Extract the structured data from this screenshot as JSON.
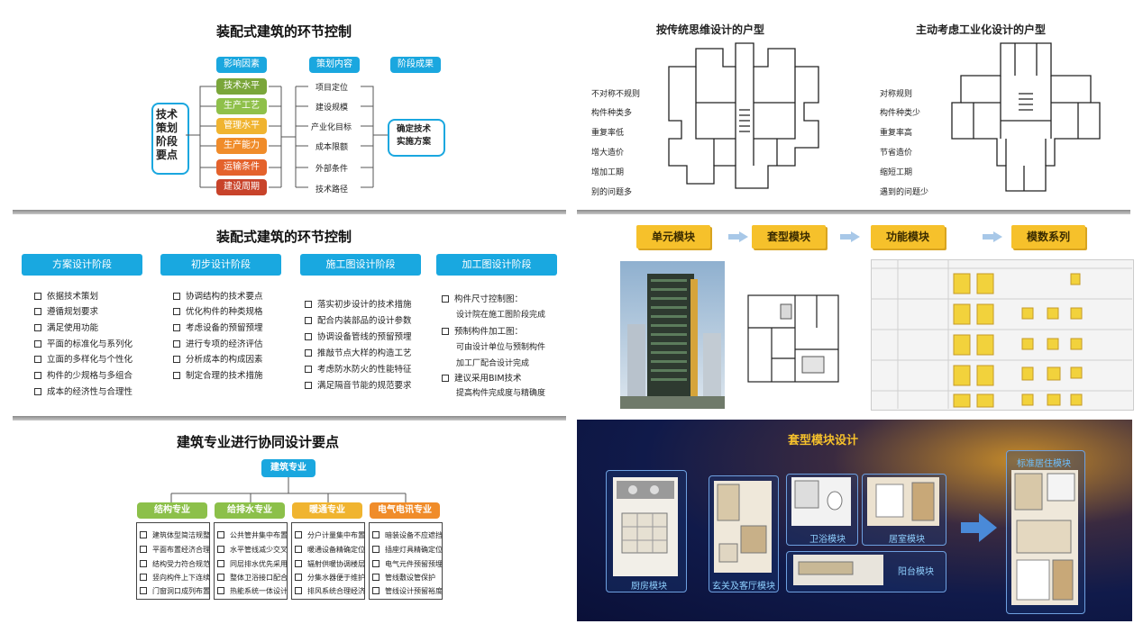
{
  "panel1": {
    "title": "装配式建筑的环节控制",
    "col_headers": [
      "影响因素",
      "策划内容",
      "阶段成果"
    ],
    "left_box": "技术\n策划\n阶段\n要点",
    "factors": [
      {
        "label": "技术水平",
        "color": "#7aa63a"
      },
      {
        "label": "生产工艺",
        "color": "#8fc04a"
      },
      {
        "label": "管理水平",
        "color": "#f0b430"
      },
      {
        "label": "生产能力",
        "color": "#f08c2a"
      },
      {
        "label": "运输条件",
        "color": "#e4622c"
      },
      {
        "label": "建设周期",
        "color": "#c8432a"
      }
    ],
    "contents": [
      "项目定位",
      "建设规模",
      "产业化目标",
      "成本限额",
      "外部条件",
      "技术路径"
    ],
    "result": "确定技术\n实施方案"
  },
  "panel2": {
    "title1": "按传统思维设计的户型",
    "title2": "主动考虑工业化设计的户型",
    "list1": [
      "不对称不规则",
      "构件种类多",
      "重复率低",
      "增大造价",
      "增加工期",
      "别的问题多"
    ],
    "list2": [
      "对称规则",
      "构件种类少",
      "重复率高",
      "节省造价",
      "缩短工期",
      "遇到的问题少"
    ]
  },
  "panel3": {
    "title": "装配式建筑的环节控制",
    "stages": [
      {
        "header": "方案设计阶段",
        "items": [
          "依据技术策划",
          "遵循规划要求",
          "满足使用功能",
          "平面的标准化与系列化",
          "立面的多样化与个性化",
          "构件的少规格与多组合",
          "成本的经济性与合理性"
        ]
      },
      {
        "header": "初步设计阶段",
        "items": [
          "协调结构的技术要点",
          "优化构件的种类规格",
          "考虑设备的预留预埋",
          "进行专项的经济评估",
          "分析成本的构成因素",
          "制定合理的技术措施"
        ]
      },
      {
        "header": "施工图设计阶段",
        "items": [
          "落实初步设计的技术措施",
          "配合内装部品的设计参数",
          "协调设备管线的预留预埋",
          "推敲节点大样的构造工艺",
          "考虑防水防火的性能特征",
          "满足隔音节能的规范要求"
        ]
      },
      {
        "header": "加工图设计阶段",
        "items": [
          "构件尺寸控制图：",
          "设计院在施工图阶段完成",
          "预制构件加工图：",
          "可由设计单位与预制构件",
          "加工厂配合设计完成",
          "建议采用BIM技术",
          "提高构件完成度与精确度"
        ]
      }
    ]
  },
  "panel4": {
    "modules": [
      "单元模块",
      "套型模块",
      "功能模块",
      "模数系列"
    ]
  },
  "panel5": {
    "title": "建筑专业进行协同设计要点",
    "root": "建筑专业",
    "branches": [
      {
        "label": "结构专业",
        "color": "#8cc04a",
        "items": [
          "建筑体型简洁规整",
          "平面布置经济合理",
          "结构受力符合规范",
          "竖向构件上下连续",
          "门窗洞口成列布置"
        ]
      },
      {
        "label": "给排水专业",
        "color": "#8cc04a",
        "items": [
          "公共管井集中布置",
          "水平管线减少交叉",
          "同层排水优先采用",
          "整体卫浴接口配合",
          "热能系统一体设计"
        ]
      },
      {
        "label": "暖通专业",
        "color": "#f0b430",
        "items": [
          "分户计量集中布置",
          "暖通设备精确定位",
          "辐射供暖协调楼层",
          "分集水器便于维护",
          "排风系统合理经济"
        ]
      },
      {
        "label": "电气电讯专业",
        "color": "#f08c2a",
        "items": [
          "暗装设备不应遮挡",
          "插座灯具精确定位",
          "电气元件预留预埋",
          "管线敷设管保护",
          "管线设计预留裕度"
        ]
      }
    ]
  },
  "panel6": {
    "title": "套型模块设计",
    "cards": [
      "厨房模块",
      "玄关及客厅模块",
      "卫浴模块",
      "居室模块",
      "阳台模块",
      "标准居住模块"
    ]
  }
}
